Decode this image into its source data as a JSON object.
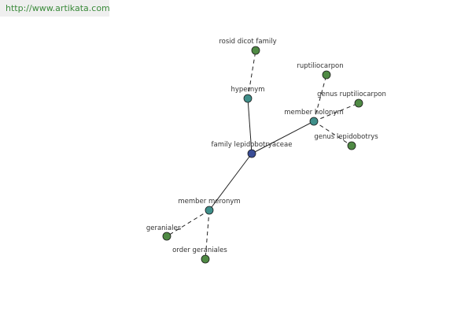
{
  "site": {
    "url": "http://www.artikata.com"
  },
  "colors": {
    "center_node": "#3a4d96",
    "relation_node": "#3f8f8a",
    "leaf_node": "#4f8a44",
    "edge": "#222222",
    "url_text": "#3a8a3a"
  },
  "graph": {
    "nodes": [
      {
        "id": "center",
        "label": "family lepidobotryaceae",
        "kind": "center"
      },
      {
        "id": "hypernym",
        "label": "hypernym",
        "kind": "relation"
      },
      {
        "id": "member_holonym",
        "label": "member holonym",
        "kind": "relation"
      },
      {
        "id": "member_meronym",
        "label": "member meronym",
        "kind": "relation"
      },
      {
        "id": "rosid",
        "label": "rosid dicot family",
        "kind": "leaf"
      },
      {
        "id": "ruptiliocarpon",
        "label": "ruptiliocarpon",
        "kind": "leaf"
      },
      {
        "id": "genus_ruptiliocarpon",
        "label": "genus ruptiliocarpon",
        "kind": "leaf"
      },
      {
        "id": "genus_lepidobotrys",
        "label": "genus lepidobotrys",
        "kind": "leaf"
      },
      {
        "id": "geraniales",
        "label": "geraniales",
        "kind": "leaf"
      },
      {
        "id": "order_geraniales",
        "label": "order geraniales",
        "kind": "leaf"
      }
    ],
    "edges": [
      {
        "from": "center",
        "to": "hypernym",
        "style": "solid"
      },
      {
        "from": "center",
        "to": "member_holonym",
        "style": "solid"
      },
      {
        "from": "center",
        "to": "member_meronym",
        "style": "solid"
      },
      {
        "from": "hypernym",
        "to": "rosid",
        "style": "dashed"
      },
      {
        "from": "member_holonym",
        "to": "ruptiliocarpon",
        "style": "dashed"
      },
      {
        "from": "member_holonym",
        "to": "genus_ruptiliocarpon",
        "style": "dashed"
      },
      {
        "from": "member_holonym",
        "to": "genus_lepidobotrys",
        "style": "dashed"
      },
      {
        "from": "member_meronym",
        "to": "geraniales",
        "style": "dashed"
      },
      {
        "from": "member_meronym",
        "to": "order_geraniales",
        "style": "dashed"
      }
    ]
  }
}
